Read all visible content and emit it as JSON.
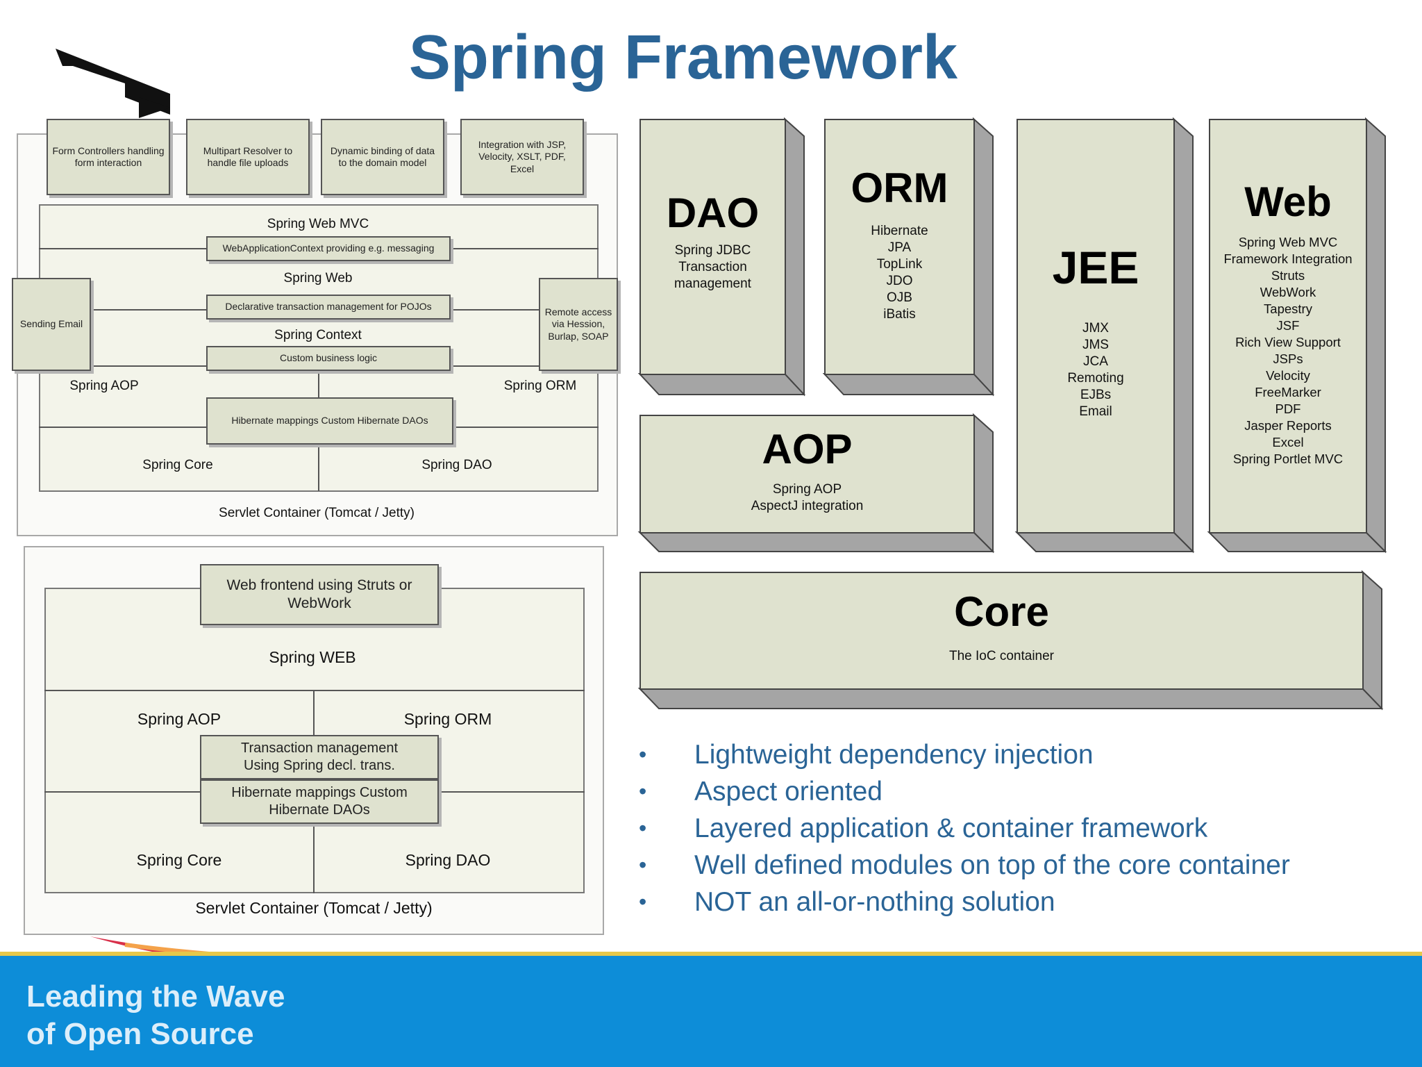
{
  "title": "Spring Framework",
  "footer": {
    "line1": "Leading the Wave",
    "line2": "of Open Source"
  },
  "top_left": {
    "top_boxes": [
      "Form Controllers handling form interaction",
      "Multipart Resolver to handle file uploads",
      "Dynamic binding of data to the domain model",
      "Integration with JSP, Velocity, XSLT, PDF, Excel"
    ],
    "spring_web_mvc": "Spring Web MVC",
    "webappcontext": "WebApplicationContext providing e.g. messaging",
    "spring_web": "Spring Web",
    "declarative_tx": "Declarative transaction management for POJOs",
    "spring_context": "Spring Context",
    "custom_logic": "Custom business logic",
    "sending_email": "Sending Email",
    "remote_access": "Remote access via Hession, Burlap, SOAP",
    "spring_aop": "Spring AOP",
    "spring_orm": "Spring ORM",
    "hibernate": "Hibernate mappings Custom Hibernate DAOs",
    "spring_core": "Spring Core",
    "spring_dao": "Spring DAO",
    "servlet": "Servlet Container (Tomcat / Jetty)"
  },
  "bottom_left": {
    "web_frontend": "Web frontend using Struts or WebWork",
    "spring_web": "Spring WEB",
    "spring_aop": "Spring AOP",
    "spring_orm": "Spring ORM",
    "tx_mgmt": "Transaction management Using Spring decl. trans.",
    "hibernate": "Hibernate mappings Custom Hibernate DAOs",
    "spring_core": "Spring Core",
    "spring_dao": "Spring DAO",
    "servlet": "Servlet Container (Tomcat / Jetty)"
  },
  "modules": {
    "dao": {
      "title": "DAO",
      "items": [
        "Spring JDBC",
        "Transaction",
        "management"
      ]
    },
    "orm": {
      "title": "ORM",
      "items": [
        "Hibernate",
        "JPA",
        "TopLink",
        "JDO",
        "OJB",
        "iBatis"
      ]
    },
    "jee": {
      "title": "JEE",
      "items": [
        "JMX",
        "JMS",
        "JCA",
        "Remoting",
        "EJBs",
        "Email"
      ]
    },
    "web": {
      "title": "Web",
      "items": [
        "Spring Web MVC",
        "Framework Integration",
        "Struts",
        "WebWork",
        "Tapestry",
        "JSF",
        "Rich View Support",
        "JSPs",
        "Velocity",
        "FreeMarker",
        "PDF",
        "Jasper Reports",
        "Excel",
        "Spring Portlet MVC"
      ]
    },
    "aop": {
      "title": "AOP",
      "items": [
        "Spring AOP",
        "AspectJ integration"
      ]
    },
    "core": {
      "title": "Core",
      "items": [
        "The IoC container"
      ]
    }
  },
  "bullets": [
    "Lightweight dependency injection",
    "Aspect oriented",
    "Layered application & container framework",
    "Well defined modules on top of the core container",
    "NOT an all-or-nothing solution"
  ],
  "colors": {
    "title": "#2a6496",
    "module_face": "#dfe2cf",
    "footer": "#0d8dd8"
  }
}
